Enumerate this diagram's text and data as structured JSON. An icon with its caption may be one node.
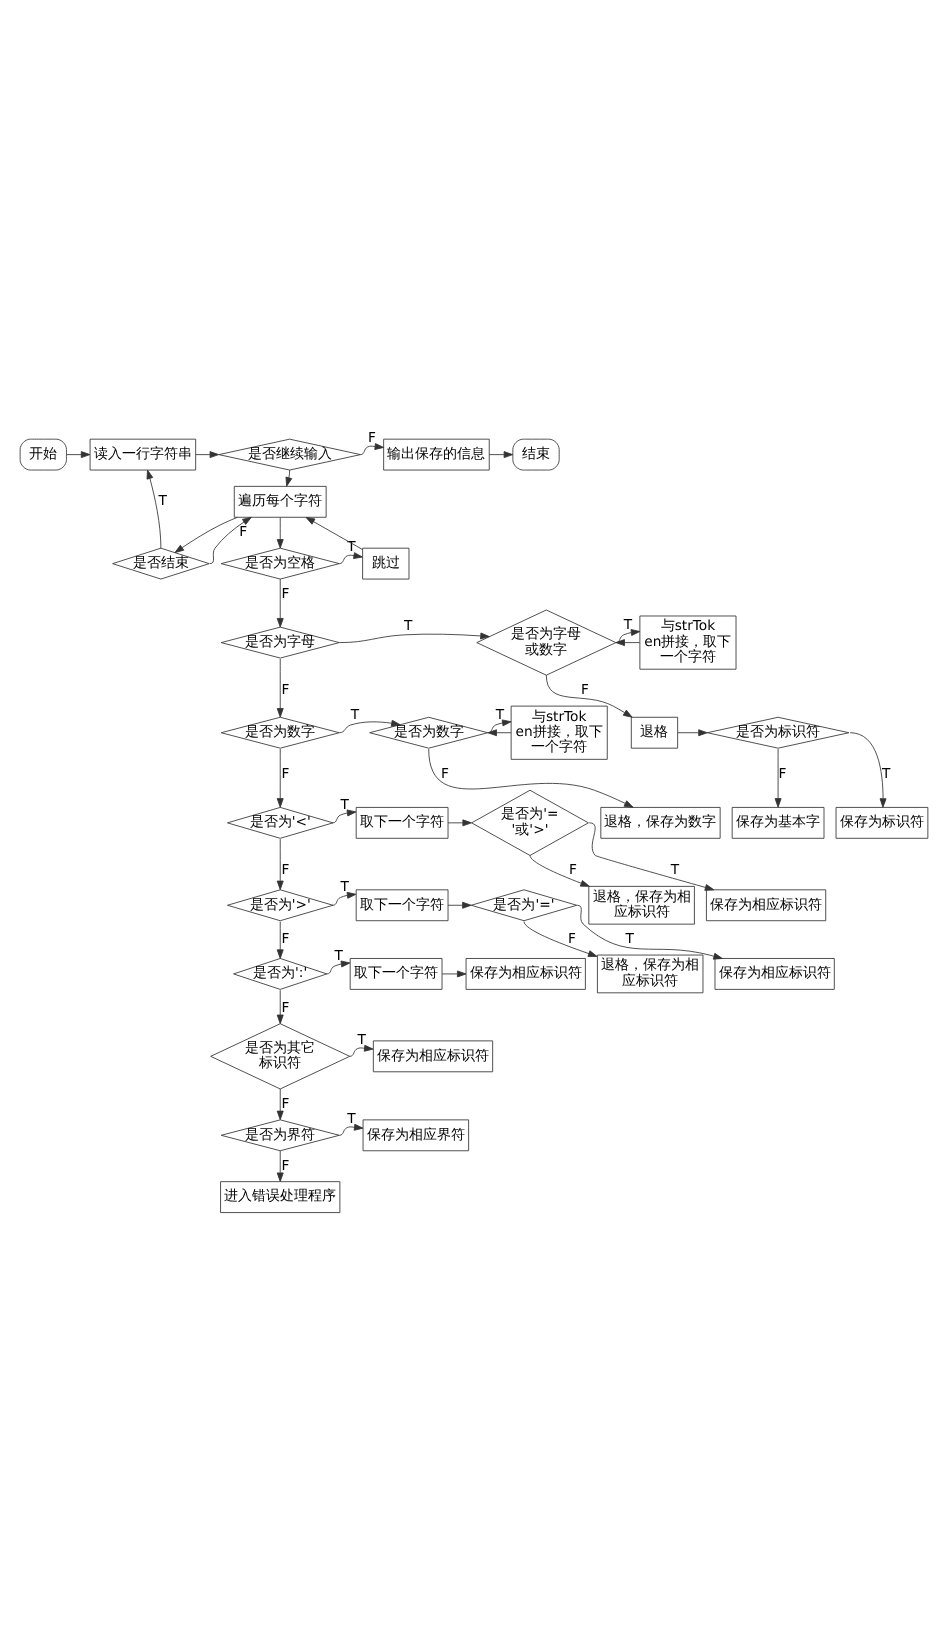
{
  "diagram": {
    "nodes": [
      {
        "text": [
          "开始"
        ]
      },
      {
        "text": [
          "读入一行字符串"
        ]
      },
      {
        "text": [
          "是否继续输入"
        ]
      },
      {
        "text": [
          "输出保存的信息"
        ]
      },
      {
        "text": [
          "结束"
        ]
      },
      {
        "text": [
          "是否结束"
        ]
      },
      {
        "text": [
          "遍历每个字符"
        ]
      },
      {
        "text": [
          "是否为空格"
        ]
      },
      {
        "text": [
          "跳过"
        ]
      },
      {
        "text": [
          "是否为字母"
        ]
      },
      {
        "text": [
          "是否为字母或数字"
        ]
      },
      {
        "text": [
          "与strToken拼接，取下一个字符"
        ]
      },
      {
        "text": [
          "保存为标识符"
        ]
      },
      {
        "text": [
          "是否为标识符"
        ]
      },
      {
        "text": [
          "退格"
        ]
      },
      {
        "text": [
          "保存为基本字"
        ]
      },
      {
        "text": [
          "是否为数字"
        ]
      },
      {
        "text": [
          "是否为数字"
        ]
      },
      {
        "text": [
          "与strToken拼接，取下一个字符"
        ]
      },
      {
        "text": [
          "退格，保存为数字"
        ]
      },
      {
        "text": [
          "保存为相应标识符"
        ]
      },
      {
        "text": [
          "是否为'='或'>'"
        ]
      },
      {
        "text": [
          "取下一个字符"
        ]
      },
      {
        "text": [
          "是否为'<'"
        ]
      },
      {
        "text": [
          "退格，保存为相应标识符"
        ]
      },
      {
        "text": [
          "保存为相应标识符"
        ]
      },
      {
        "text": [
          "是否为'='"
        ]
      },
      {
        "text": [
          "取下一个字符"
        ]
      },
      {
        "text": [
          "是否为'>'"
        ]
      },
      {
        "text": [
          "退格，保存为相应标识符"
        ]
      },
      {
        "text": [
          "保存为相应标识符"
        ]
      },
      {
        "text": [
          "取下一个字符"
        ]
      },
      {
        "text": [
          "是否为':'"
        ]
      },
      {
        "text": [
          "保存为相应标识符"
        ]
      },
      {
        "text": [
          "是否为其它标识符"
        ]
      },
      {
        "text": [
          "保存为相应界符"
        ]
      },
      {
        "text": [
          "是否为界符"
        ]
      },
      {
        "text": [
          "进入错误处理程序"
        ]
      }
    ],
    "edges": [
      {
        "from": 0,
        "to": 1,
        "arrow": "to"
      },
      {
        "from": 1,
        "to": 2,
        "arrow": "to"
      },
      {
        "from": 2,
        "to": 3,
        "arrow": "to",
        "label": "F"
      },
      {
        "from": 2,
        "to": 6,
        "arrow": "to"
      },
      {
        "from": 3,
        "to": 4,
        "arrow": "to"
      },
      {
        "from": 5,
        "to": 1,
        "arrow": "to",
        "label": "T"
      },
      {
        "from": 5,
        "to": 6,
        "arrow": "to",
        "label": "F"
      },
      {
        "from": 6,
        "to": 5,
        "arrow": "to"
      },
      {
        "from": 6,
        "to": 7,
        "arrow": "to"
      },
      {
        "from": 7,
        "to": 8,
        "arrow": "to",
        "label": "T"
      },
      {
        "from": 7,
        "to": 9,
        "arrow": "to",
        "label": "F"
      },
      {
        "from": 8,
        "to": 6,
        "arrow": "to"
      },
      {
        "from": 9,
        "to": 10,
        "arrow": "to",
        "label": "T"
      },
      {
        "from": 9,
        "to": 16,
        "arrow": "to",
        "label": "F"
      },
      {
        "from": 10,
        "to": 11,
        "arrow": "to",
        "label": "T"
      },
      {
        "from": 10,
        "to": 14,
        "arrow": "to",
        "label": "F"
      },
      {
        "from": 11,
        "to": 10,
        "arrow": "to"
      },
      {
        "from": 13,
        "to": 12,
        "arrow": "to",
        "label": "T"
      },
      {
        "from": 13,
        "to": 15,
        "arrow": "to",
        "label": "F"
      },
      {
        "from": 14,
        "to": 13,
        "arrow": "to"
      },
      {
        "from": 16,
        "to": 17,
        "arrow": "to",
        "label": "T"
      },
      {
        "from": 16,
        "to": 23,
        "arrow": "to",
        "label": "F"
      },
      {
        "from": 17,
        "to": 18,
        "arrow": "to",
        "label": "T"
      },
      {
        "from": 17,
        "to": 19,
        "arrow": "to",
        "label": "F"
      },
      {
        "from": 18,
        "to": 17,
        "arrow": "to"
      },
      {
        "from": 21,
        "to": 20,
        "arrow": "to",
        "label": "T"
      },
      {
        "from": 21,
        "to": 24,
        "arrow": "to",
        "label": "F"
      },
      {
        "from": 22,
        "to": 21,
        "arrow": "to"
      },
      {
        "from": 23,
        "to": 22,
        "arrow": "to",
        "label": "T"
      },
      {
        "from": 23,
        "to": 28,
        "arrow": "to",
        "label": "F"
      },
      {
        "from": 26,
        "to": 25,
        "arrow": "to",
        "label": "T"
      },
      {
        "from": 26,
        "to": 29,
        "arrow": "to",
        "label": "F"
      },
      {
        "from": 27,
        "to": 26,
        "arrow": "to"
      },
      {
        "from": 28,
        "to": 27,
        "arrow": "to",
        "label": "T"
      },
      {
        "from": 28,
        "to": 32,
        "arrow": "to",
        "label": "F"
      },
      {
        "from": 31,
        "to": 30,
        "arrow": "to"
      },
      {
        "from": 32,
        "to": 31,
        "arrow": "to",
        "label": "T"
      },
      {
        "from": 32,
        "to": 34,
        "arrow": "to",
        "label": "F"
      },
      {
        "from": 34,
        "to": 33,
        "arrow": "to",
        "label": "T"
      },
      {
        "from": 34,
        "to": 36,
        "arrow": "to",
        "label": "F"
      },
      {
        "from": 36,
        "to": 35,
        "arrow": "to",
        "label": "T"
      },
      {
        "from": 36,
        "to": 37,
        "arrow": "to",
        "label": "F"
      }
    ]
  }
}
